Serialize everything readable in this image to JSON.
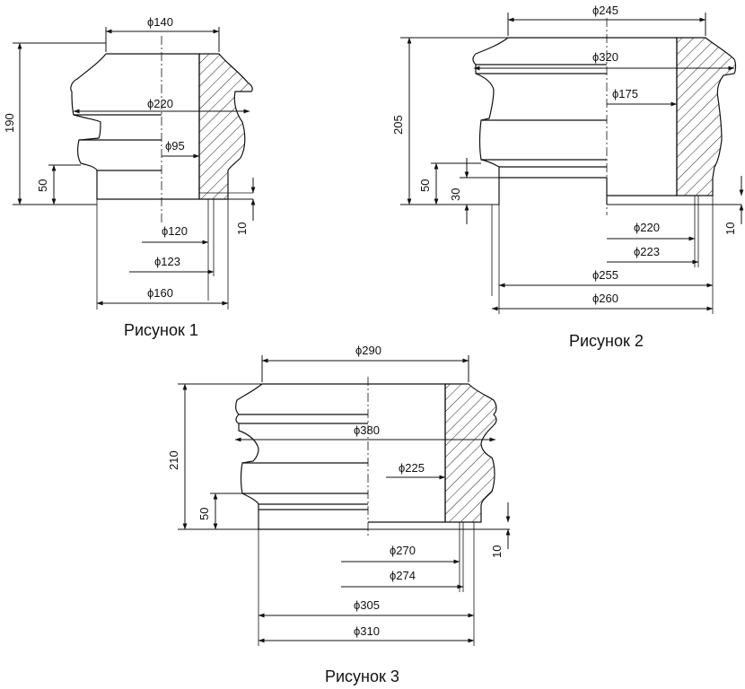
{
  "figures": [
    {
      "caption": "Рисунок 1",
      "dims": {
        "d_top": "ϕ140",
        "d_flange": "ϕ220",
        "d_bore": "ϕ95",
        "d_in1": "ϕ120",
        "d_in2": "ϕ123",
        "d_base": "ϕ160",
        "height": "190",
        "h_base": "50",
        "h_step": "10"
      }
    },
    {
      "caption": "Рисунок 2",
      "dims": {
        "d_top": "ϕ245",
        "d_flange": "ϕ320",
        "d_bore": "ϕ175",
        "d_in1": "ϕ220",
        "d_in2": "ϕ223",
        "d_base1": "ϕ255",
        "d_base2": "ϕ260",
        "height": "205",
        "h_base": "50",
        "h_mid": "30",
        "h_step": "10"
      }
    },
    {
      "caption": "Рисунок 3",
      "dims": {
        "d_top": "ϕ290",
        "d_flange": "ϕ380",
        "d_bore": "ϕ225",
        "d_in1": "ϕ270",
        "d_in2": "ϕ274",
        "d_base1": "ϕ305",
        "d_base2": "ϕ310",
        "height": "210",
        "h_base": "50",
        "h_step": "10"
      }
    }
  ]
}
